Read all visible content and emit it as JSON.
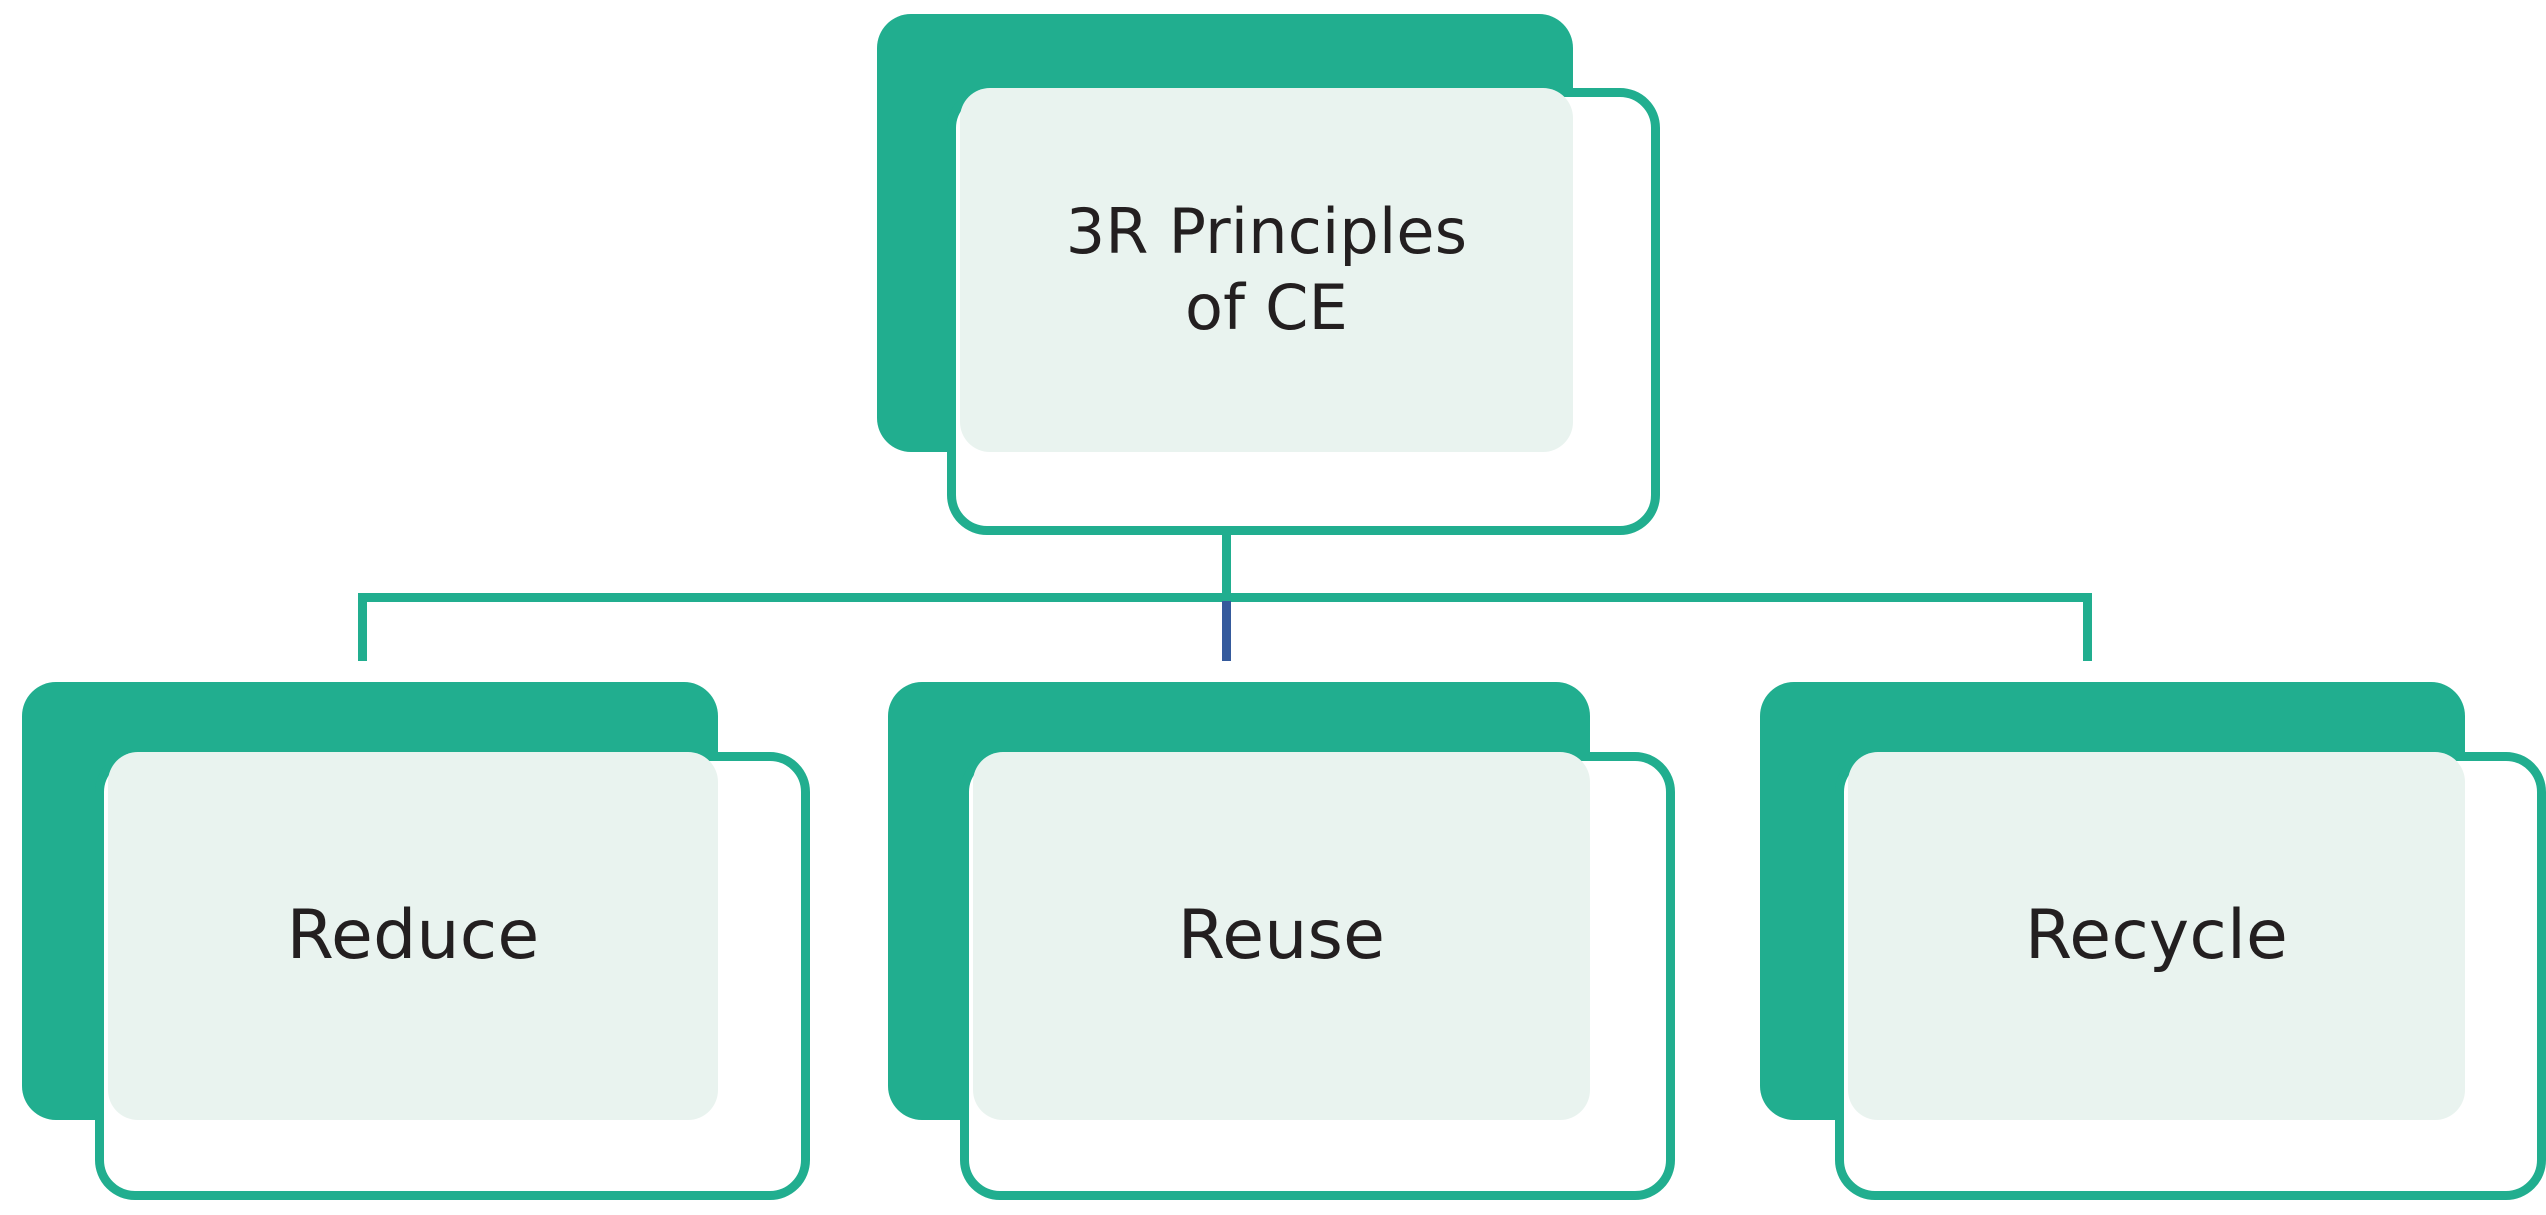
{
  "diagram": {
    "title": "3R Principles of CE",
    "type": "hierarchy-tree",
    "orientation": "top-down",
    "colors": {
      "accent_teal": "#21AE8F",
      "panel_fill": "#E9F3EF",
      "card_fill": "#FFFFFF",
      "text": "#231F20",
      "connector_teal": "#21AE8F",
      "connector_navy": "#355A9C",
      "background": "#FFFFFF"
    },
    "root": {
      "label": "3R Principles\nof CE",
      "label_line_1": "3R Principles",
      "label_line_2": "of CE"
    },
    "children": [
      {
        "label": "Reduce"
      },
      {
        "label": "Reuse"
      },
      {
        "label": "Recycle"
      }
    ],
    "connectors": [
      {
        "name": "root-stem",
        "color": "#21AE8F",
        "orientation": "vertical"
      },
      {
        "name": "horizontal-bus",
        "color": "#21AE8F",
        "orientation": "horizontal"
      },
      {
        "name": "drop-to-reduce",
        "color": "#21AE8F",
        "orientation": "vertical"
      },
      {
        "name": "drop-to-reuse",
        "color": "#355A9C",
        "orientation": "vertical"
      },
      {
        "name": "drop-to-recycle",
        "color": "#21AE8F",
        "orientation": "vertical"
      }
    ]
  }
}
